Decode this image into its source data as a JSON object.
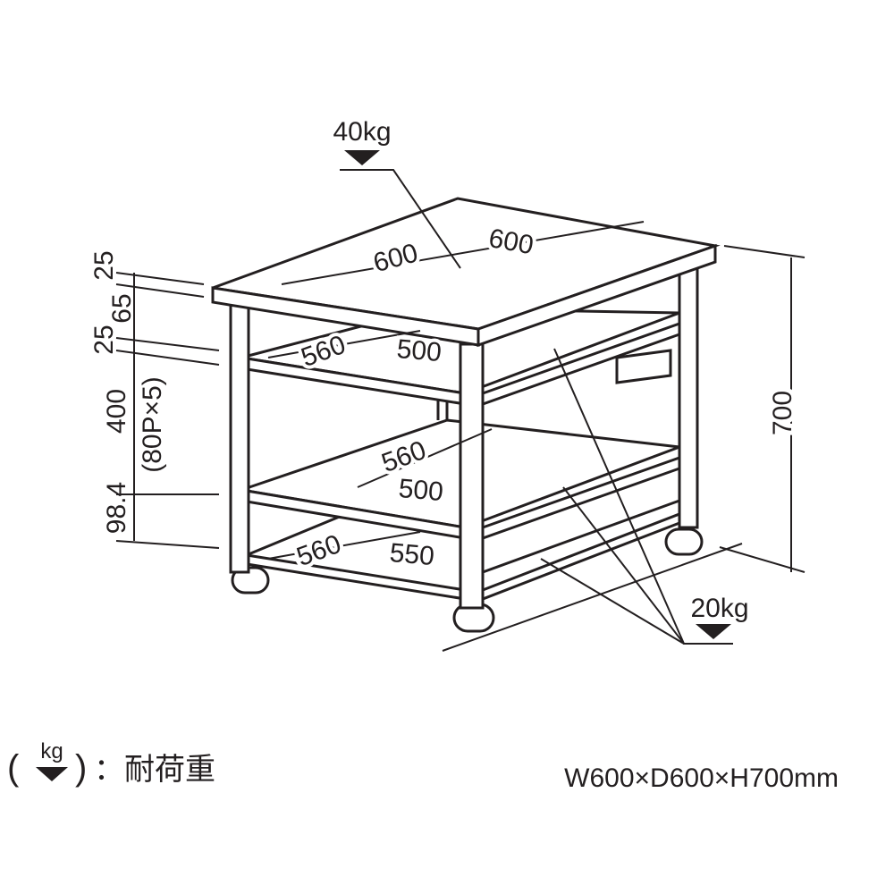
{
  "loads": {
    "top": "40kg",
    "lower": "20kg"
  },
  "top_dims": {
    "width": "600",
    "depth": "600"
  },
  "upper_shelf": {
    "width": "560",
    "depth": "500"
  },
  "middle_shelf": {
    "width": "560",
    "depth": "500"
  },
  "bottom_shelf": {
    "width": "560",
    "depth": "550"
  },
  "left_dims": {
    "d1": "25",
    "d2": "65",
    "d3": "25",
    "d4": "400",
    "pitch": "(80P×5)",
    "d5": "98.4"
  },
  "height_dim": "700",
  "legend": {
    "unit": "kg",
    "open": "(",
    "close": ")",
    "label": "：耐荷重"
  },
  "size_spec": "W600×D600×H700mm"
}
